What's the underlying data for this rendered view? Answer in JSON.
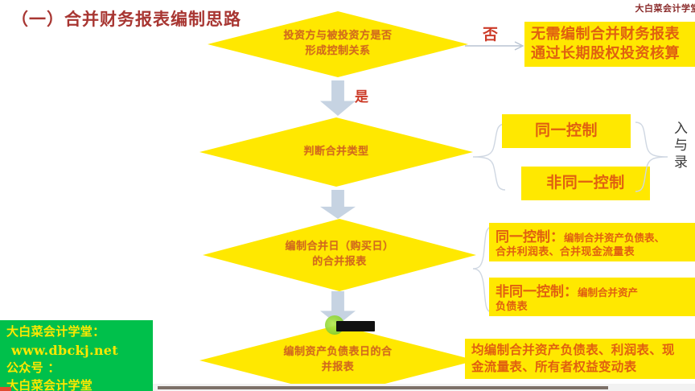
{
  "slide": {
    "title": "（一）合并财务报表编制思路",
    "watermark": "大白菜会计学堂"
  },
  "flow": {
    "diamonds": [
      {
        "id": "diamond-1",
        "label": "投资方与被投资方是否\n形成控制关系"
      },
      {
        "id": "diamond-2",
        "label": "判断合并类型"
      },
      {
        "id": "diamond-3",
        "label": "编制合并日（购买日）\n的合并报表"
      },
      {
        "id": "diamond-4",
        "label": "编制资产负债表日的合\n并报表"
      }
    ],
    "branch_labels": {
      "no": "否",
      "yes": "是"
    }
  },
  "boxes": {
    "no_consolidation": {
      "line1": "无需编制合并财务报表",
      "line2": "通过长期股权投资核算"
    },
    "merge_type": {
      "same_control": "同一控制",
      "different_control": "非同一控制"
    },
    "merge_date_same": {
      "lead": "同一控制：",
      "tail": "编制合并资产负债表、",
      "line2": "合并利润表、合并现金流量表"
    },
    "merge_date_diff": {
      "lead": "非同一控制：",
      "tail": "编制合并资产",
      "line2": "负债表"
    },
    "balance_sheet_note": {
      "line1": "均编制合并资产负债表、利润表、现",
      "line2": "金流量表、所有者权益变动表"
    }
  },
  "side_note": {
    "vertical_text": "入与录"
  },
  "logo": {
    "line1": "大白菜会计学堂：",
    "line2": "www.dbckj.net",
    "line3": "公众号 ：",
    "line4": "大白菜会计学堂"
  },
  "colors": {
    "yellow": "#ffe800",
    "orange_text": "#e06010",
    "title_red": "#a83632",
    "arrow_blue": "#c6d3e2",
    "green_logo": "#00c04b",
    "logo_text": "#ffe800"
  }
}
